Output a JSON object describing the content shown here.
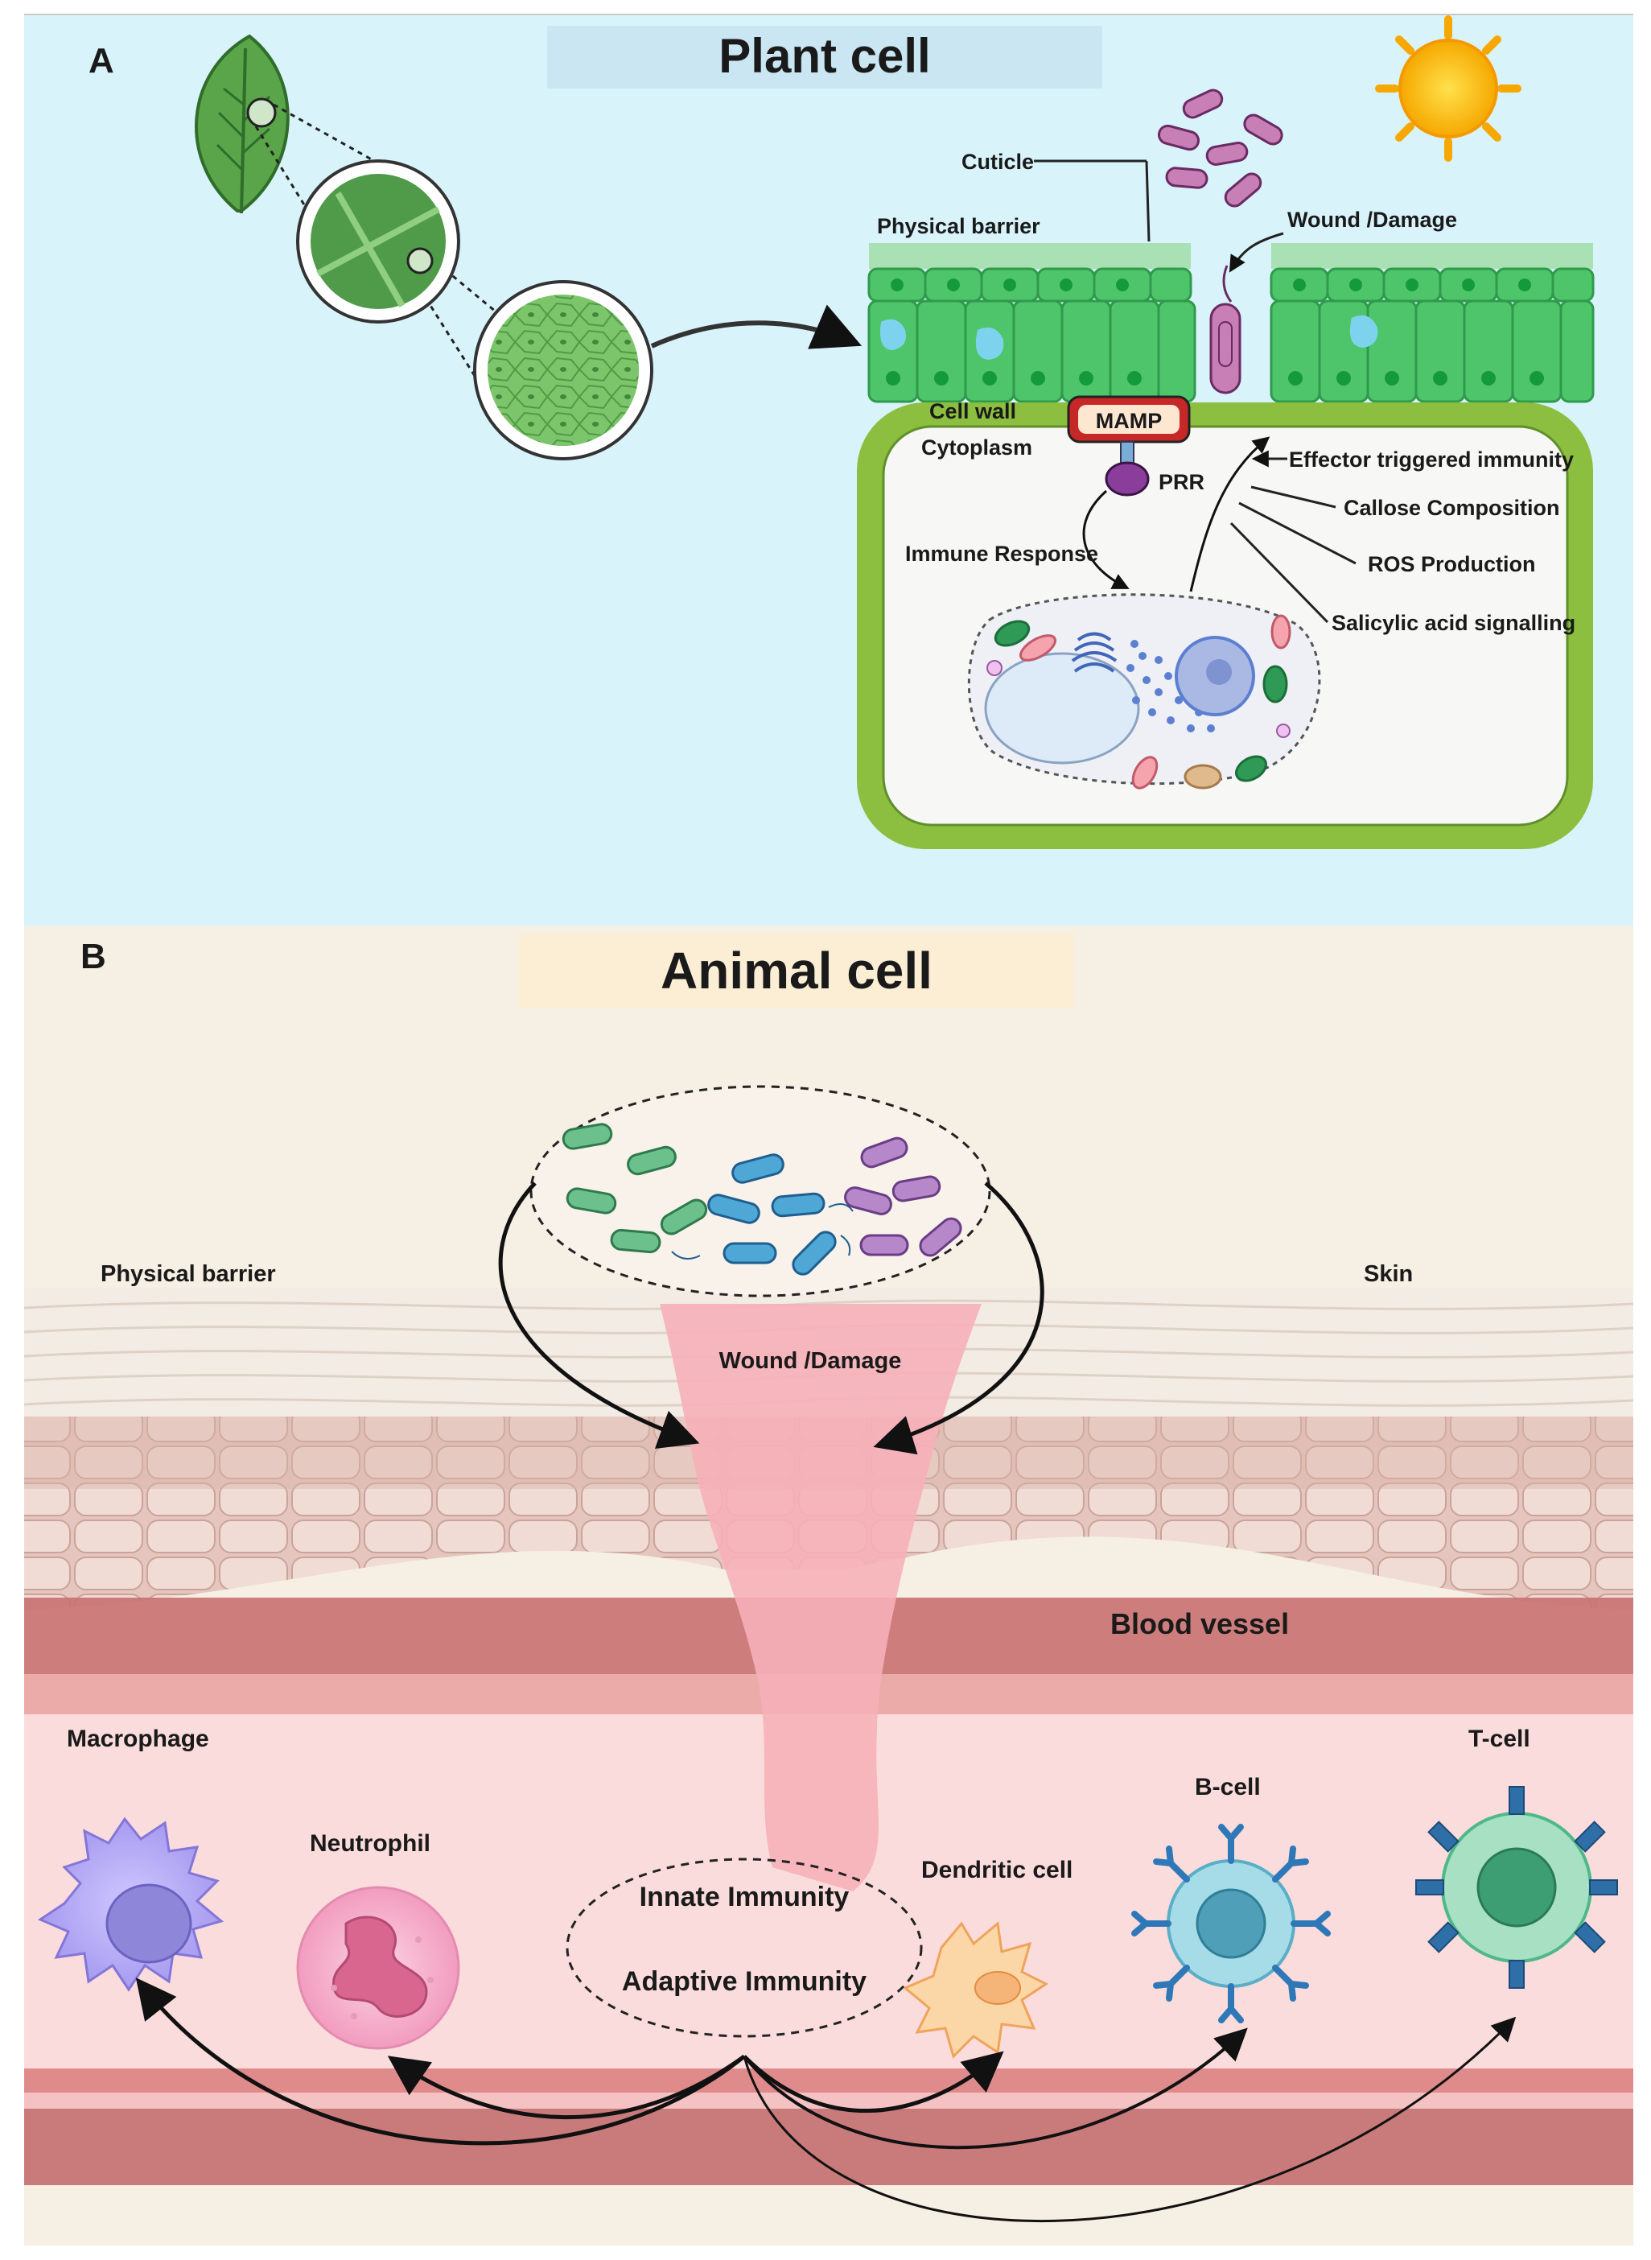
{
  "panel_a": {
    "letter": "A",
    "title": "Plant cell",
    "labels": {
      "cuticle": "Cuticle",
      "physical_barrier": "Physical barrier",
      "wound": "Wound /Damage",
      "cell_wall": "Cell wall",
      "cytoplasm": "Cytoplasm",
      "mamp": "MAMP",
      "prr": "PRR",
      "immune_response": "Immune Response",
      "effector": "Effector triggered immunity",
      "callose": "Callose Composition",
      "ros": "ROS Production",
      "salicylic": "Salicylic acid signalling"
    },
    "colors": {
      "background": "#d9f3fb",
      "cell_green": "#4fc56b",
      "cell_wall": "#8cbf3f"
    }
  },
  "panel_b": {
    "letter": "B",
    "title": "Animal cell",
    "labels": {
      "physical_barrier": "Physical barrier",
      "skin": "Skin",
      "wound": "Wound /Damage",
      "blood_vessel": "Blood vessel",
      "macrophage": "Macrophage",
      "neutrophil": "Neutrophil",
      "innate": "Innate Immunity",
      "adaptive": "Adaptive Immunity",
      "dendritic": "Dendritic cell",
      "bcell": "B-cell",
      "tcell": "T-cell"
    },
    "colors": {
      "background": "#f6efe3",
      "wound": "#f6b0b8",
      "vessel": "#c97070"
    }
  }
}
